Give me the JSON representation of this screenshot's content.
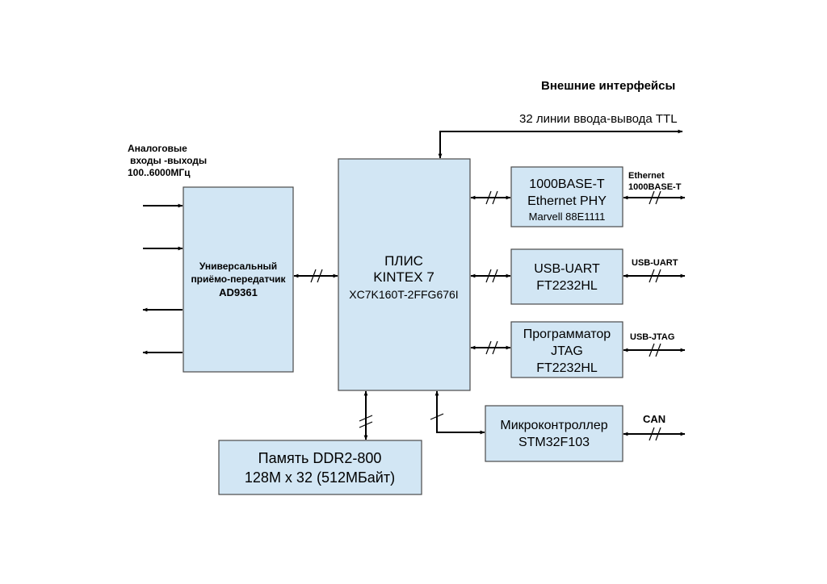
{
  "heading": "Внешние интерфейсы",
  "ttl_label": "32 линии ввода-вывода TTL",
  "analog_label": [
    "Аналоговые",
    "входы -выходы",
    "100..6000МГц"
  ],
  "blocks": {
    "transceiver": [
      "Универсальный",
      "приёмо-передатчик",
      "AD9361"
    ],
    "fpga": [
      "ПЛИС",
      "KINTEX 7",
      "XC7K160T-2FFG676I"
    ],
    "ethernet": [
      "1000BASE-T",
      "Ethernet PHY",
      "Marvell 88E1111"
    ],
    "usb_uart": [
      "USB-UART",
      "FT2232HL"
    ],
    "jtag": [
      "Программатор",
      "JTAG",
      "FT2232HL"
    ],
    "mcu": [
      "Микроконтроллер",
      "STM32F103"
    ],
    "memory": [
      "Память DDR2-800",
      "128M x 32 (512МБайт)"
    ]
  },
  "interfaces": {
    "ethernet": [
      "Ethernet",
      "1000BASE-T"
    ],
    "usb_uart": "USB-UART",
    "usb_jtag": "USB-JTAG",
    "can": "CAN"
  },
  "colors": {
    "block_fill": "#d2e6f4",
    "block_stroke": "#4a4a4a",
    "line": "#000000"
  }
}
